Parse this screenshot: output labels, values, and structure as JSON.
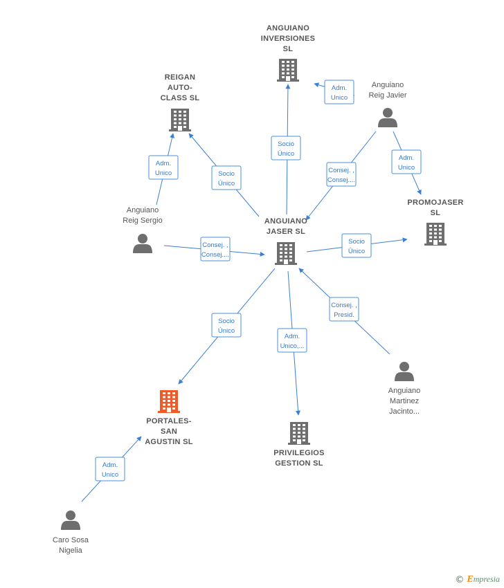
{
  "nodes": [
    {
      "id": "anguiano_inversiones",
      "type": "company",
      "lines": [
        "ANGUIANO",
        "INVERSIONES",
        "SL"
      ],
      "highlight": false
    },
    {
      "id": "reigan",
      "type": "company",
      "lines": [
        "REIGAN",
        "AUTO-",
        "CLASS  SL"
      ],
      "highlight": false
    },
    {
      "id": "anguiano_reig_javier",
      "type": "person",
      "lines": [
        "Anguiano",
        "Reig Javier"
      ]
    },
    {
      "id": "promojaser",
      "type": "company",
      "lines": [
        "PROMOJASER",
        "SL"
      ],
      "highlight": false
    },
    {
      "id": "anguiano_reig_sergio",
      "type": "person",
      "lines": [
        "Anguiano",
        "Reig Sergio"
      ]
    },
    {
      "id": "anguiano_jaser",
      "type": "company",
      "lines": [
        "ANGUIANO",
        "JASER  SL"
      ],
      "highlight": false
    },
    {
      "id": "portales",
      "type": "company",
      "lines": [
        "PORTALES-",
        "SAN",
        "AGUSTIN  SL"
      ],
      "highlight": true
    },
    {
      "id": "privilegios",
      "type": "company",
      "lines": [
        "PRIVILEGIOS",
        "GESTION  SL"
      ],
      "highlight": false
    },
    {
      "id": "anguiano_martinez",
      "type": "person",
      "lines": [
        "Anguiano",
        "Martinez",
        "Jacinto..."
      ]
    },
    {
      "id": "caro_sosa",
      "type": "person",
      "lines": [
        "Caro Sosa",
        "Nigelia"
      ]
    }
  ],
  "edges": [
    {
      "from": "anguiano_jaser",
      "to": "anguiano_inversiones",
      "lines": [
        "Socio",
        "Único"
      ]
    },
    {
      "from": "anguiano_reig_javier",
      "to": "anguiano_inversiones",
      "lines": [
        "Adm.",
        "Unico"
      ]
    },
    {
      "from": "anguiano_jaser",
      "to": "reigan",
      "lines": [
        "Socio",
        "Único"
      ]
    },
    {
      "from": "anguiano_reig_sergio",
      "to": "reigan",
      "lines": [
        "Adm.",
        "Unico"
      ]
    },
    {
      "from": "anguiano_reig_javier",
      "to": "anguiano_jaser",
      "lines": [
        "Consej. ,",
        "Consej...."
      ]
    },
    {
      "from": "anguiano_reig_javier",
      "to": "promojaser",
      "lines": [
        "Adm.",
        "Unico"
      ]
    },
    {
      "from": "anguiano_reig_sergio",
      "to": "anguiano_jaser",
      "lines": [
        "Consej. ,",
        "Consej...."
      ]
    },
    {
      "from": "anguiano_jaser",
      "to": "promojaser",
      "lines": [
        "Socio",
        "Único"
      ]
    },
    {
      "from": "anguiano_jaser",
      "to": "portales",
      "lines": [
        "Socio",
        "Único"
      ]
    },
    {
      "from": "anguiano_jaser",
      "to": "privilegios",
      "lines": [
        "Adm.",
        "Unico,..."
      ]
    },
    {
      "from": "anguiano_martinez",
      "to": "anguiano_jaser",
      "lines": [
        "Consej. ,",
        "Presid."
      ]
    },
    {
      "from": "caro_sosa",
      "to": "portales",
      "lines": [
        "Adm.",
        "Unico"
      ]
    }
  ],
  "colors": {
    "company": "#6e6e6e",
    "company_highlight": "#f05a28",
    "person": "#6e6e6e",
    "edge": "#3a7fd5",
    "edge_text": "#3a78c8"
  },
  "footer": {
    "copyright_symbol": "©",
    "brand_initial": "E",
    "brand_rest": "mpresia"
  }
}
